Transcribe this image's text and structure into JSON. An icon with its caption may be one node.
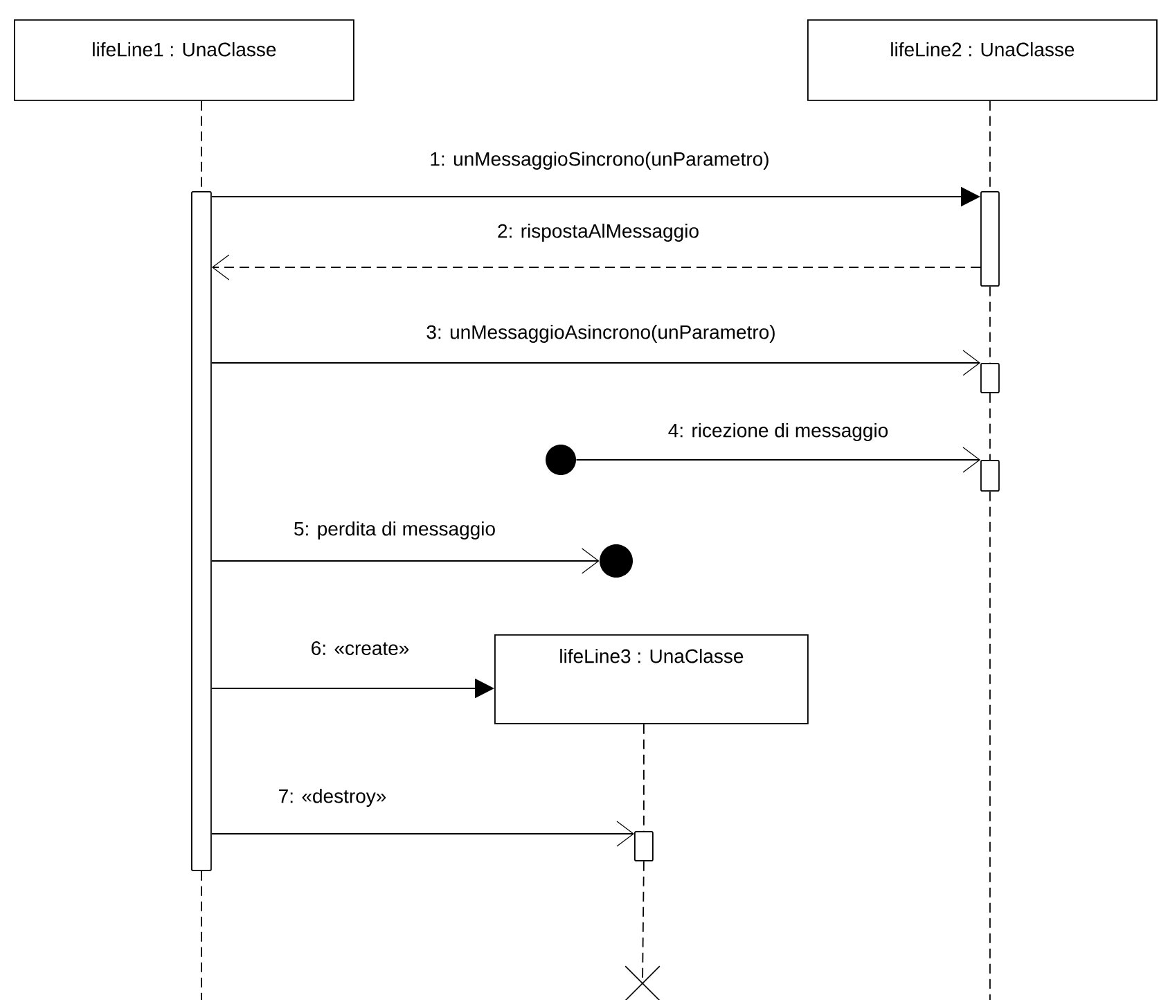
{
  "diagram": {
    "nodes": [
      {
        "text": [
          "lifeLine1 : UnaClasse"
        ]
      },
      {
        "text": [
          "lifeLine2 : UnaClasse"
        ]
      },
      {
        "text": [],
        "shape": "bar"
      },
      {
        "text": [],
        "shape": "bar"
      },
      {
        "text": [],
        "shape": "bar"
      },
      {
        "text": [],
        "shape": "bar"
      },
      {
        "text": [],
        "shape": "circle"
      },
      {
        "text": [],
        "shape": "circle"
      },
      {
        "text": [
          "lifeLine3 : UnaClasse"
        ]
      },
      {
        "text": [],
        "shape": "bar"
      },
      {
        "text": [],
        "shape": "cross"
      }
    ],
    "edges": [
      {
        "from": 2,
        "to": 3,
        "arrow": "to",
        "label": "1: unMessaggioSincrono(unParametro)"
      },
      {
        "from": 3,
        "to": 2,
        "arrow": "to",
        "style": "dashed",
        "label": "2: rispostaAlMessaggio"
      },
      {
        "from": 2,
        "to": 4,
        "arrow": "to",
        "label": "3: unMessaggioAsincrono(unParametro)"
      },
      {
        "from": 6,
        "to": 5,
        "arrow": "to",
        "label": "4: ricezione di messaggio"
      },
      {
        "from": 2,
        "to": 7,
        "arrow": "to",
        "label": "5: perdita di messaggio"
      },
      {
        "from": 2,
        "to": 8,
        "arrow": "to",
        "label": "6: «create»"
      },
      {
        "from": 2,
        "to": 9,
        "arrow": "to",
        "label": "7: «destroy»"
      },
      {
        "from": 0,
        "to": 2,
        "arrow": "none",
        "style": "dashed"
      },
      {
        "from": 2,
        "to": null,
        "arrow": "none",
        "style": "dashed"
      },
      {
        "from": 1,
        "to": 3,
        "arrow": "none",
        "style": "dashed"
      },
      {
        "from": 3,
        "to": 4,
        "arrow": "none",
        "style": "dashed"
      },
      {
        "from": 4,
        "to": 5,
        "arrow": "none",
        "style": "dashed"
      },
      {
        "from": 5,
        "to": null,
        "arrow": "none",
        "style": "dashed"
      },
      {
        "from": 8,
        "to": 9,
        "arrow": "none",
        "style": "dashed"
      },
      {
        "from": 9,
        "to": 10,
        "arrow": "none",
        "style": "dashed"
      }
    ]
  }
}
